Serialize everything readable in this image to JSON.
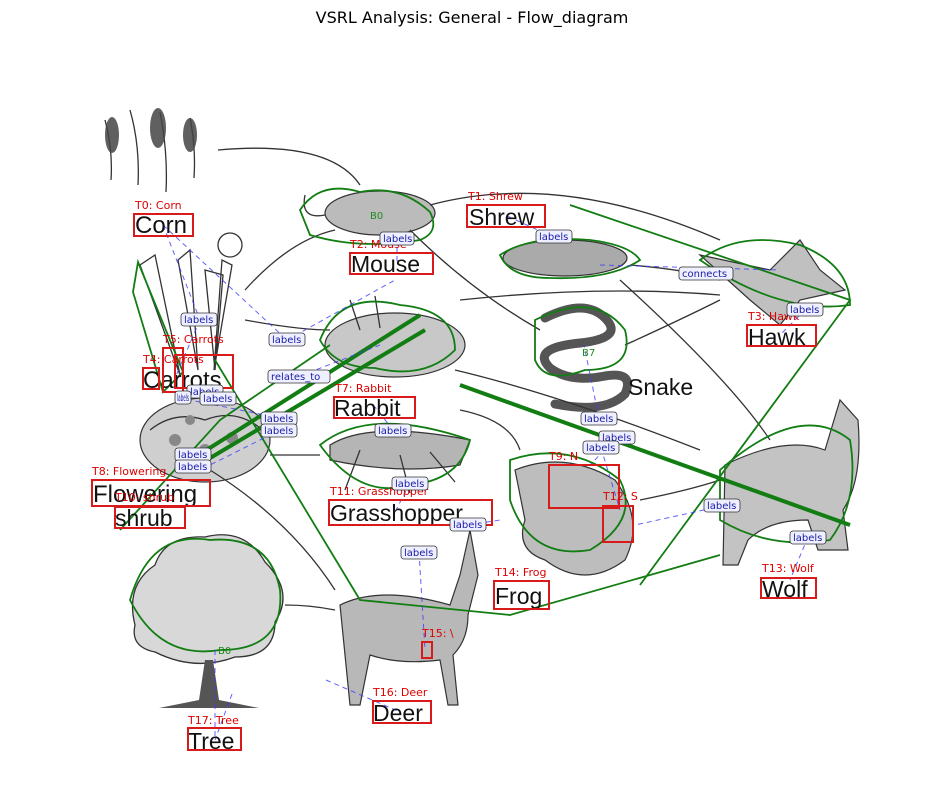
{
  "title": "VSRL Analysis: General - Flow_diagram",
  "labels": [
    {
      "text": "Corn"
    },
    {
      "text": "Shrew"
    },
    {
      "text": "Mouse"
    },
    {
      "text": "Hawk"
    },
    {
      "text": "Carrots"
    },
    {
      "text": "Rabbit"
    },
    {
      "text": "Snake"
    },
    {
      "text": "Flowering"
    },
    {
      "text": "shrub"
    },
    {
      "text": "Grasshopper"
    },
    {
      "text": "Frog"
    },
    {
      "text": "Wolf"
    },
    {
      "text": "Deer"
    },
    {
      "text": "Tree"
    }
  ],
  "tags": [
    {
      "text": "T0: Corn"
    },
    {
      "text": "T1: Shrew"
    },
    {
      "text": "T2: Mouse"
    },
    {
      "text": "T3: Hawk"
    },
    {
      "text": "T4: Carrots"
    },
    {
      "text": "T5: Carrots"
    },
    {
      "text": "T7: Rabbit"
    },
    {
      "text": "T8: Flowering"
    },
    {
      "text": "T10: shrub"
    },
    {
      "text": "T11: Grasshopper"
    },
    {
      "text": "T9: N"
    },
    {
      "text": "T12: S"
    },
    {
      "text": "T14: Frog"
    },
    {
      "text": "T13: Wolf"
    },
    {
      "text": "T15: \\"
    },
    {
      "text": "T16: Deer"
    },
    {
      "text": "T17: Tree"
    }
  ],
  "region_labels": [
    "B0",
    "B7",
    "B0"
  ],
  "edges": [
    {
      "text": "labels"
    },
    {
      "text": "labels"
    },
    {
      "text": "connects"
    },
    {
      "text": "labels"
    },
    {
      "text": "labels"
    },
    {
      "text": "labels"
    },
    {
      "text": "relates_to"
    },
    {
      "text": "labels"
    },
    {
      "text": "labels"
    },
    {
      "text": "labels"
    },
    {
      "text": "labels"
    },
    {
      "text": "labels"
    },
    {
      "text": "labels"
    },
    {
      "text": "labels"
    },
    {
      "text": "labels"
    },
    {
      "text": "labels"
    },
    {
      "text": "labels"
    },
    {
      "text": "labels"
    },
    {
      "text": "labels"
    },
    {
      "text": "labels"
    },
    {
      "text": "labels"
    },
    {
      "text": "labels"
    },
    {
      "text": "labels"
    }
  ]
}
